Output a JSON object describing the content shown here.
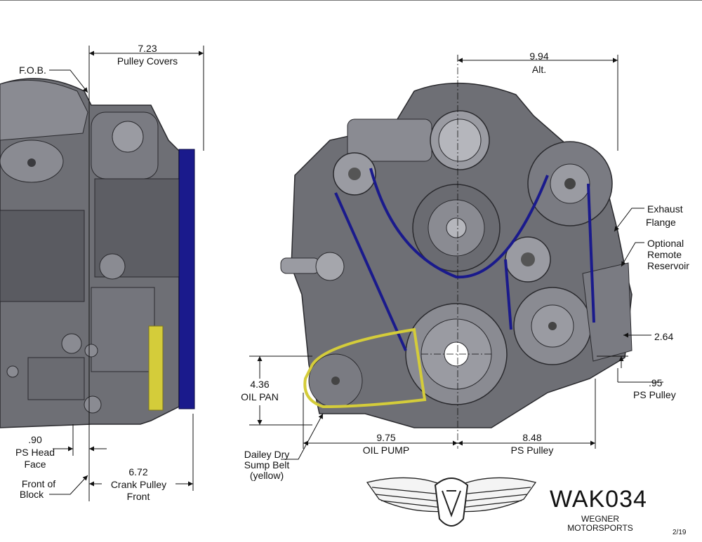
{
  "dims": {
    "pulley_covers": {
      "value": "7.23",
      "label": "Pulley Covers"
    },
    "fob": {
      "label": "F.O.B."
    },
    "alt": {
      "value": "9.94",
      "label": "Alt."
    },
    "exhaust_flange": {
      "line1": "Exhaust",
      "line2": "Flange"
    },
    "remote_reservoir": {
      "line1": "Optional",
      "line2": "Remote",
      "line3": "Reservoir"
    },
    "dim_264": {
      "value": "2.64"
    },
    "oil_pan": {
      "value": "4.36",
      "label": "OIL PAN"
    },
    "ps_pulley_95": {
      "value": ".95",
      "label": "PS Pulley"
    },
    "oil_pump": {
      "value": "9.75",
      "label": "OIL PUMP"
    },
    "ps_pulley_848": {
      "value": "8.48",
      "label": "PS Pulley"
    },
    "ps_head_face": {
      "value": ".90",
      "line1": "PS Head",
      "line2": "Face"
    },
    "front_of_block": {
      "line1": "Front of",
      "line2": "Block"
    },
    "crank_pulley_front": {
      "value": "6.72",
      "line1": "Crank Pulley",
      "line2": "Front"
    },
    "sump_belt": {
      "line1": "Dailey Dry",
      "line2": "Sump Belt",
      "line3": "(yellow)"
    }
  },
  "title_block": {
    "part_number": "WAK034",
    "company_line1": "WEGNER",
    "company_line2": "MOTORSPORTS",
    "sheet": "2/19"
  },
  "colors": {
    "belt_blue": "#1a1a8c",
    "belt_yellow": "#d4cc3a",
    "engine_gray": "#6e6f75",
    "dim_line": "#111111"
  }
}
